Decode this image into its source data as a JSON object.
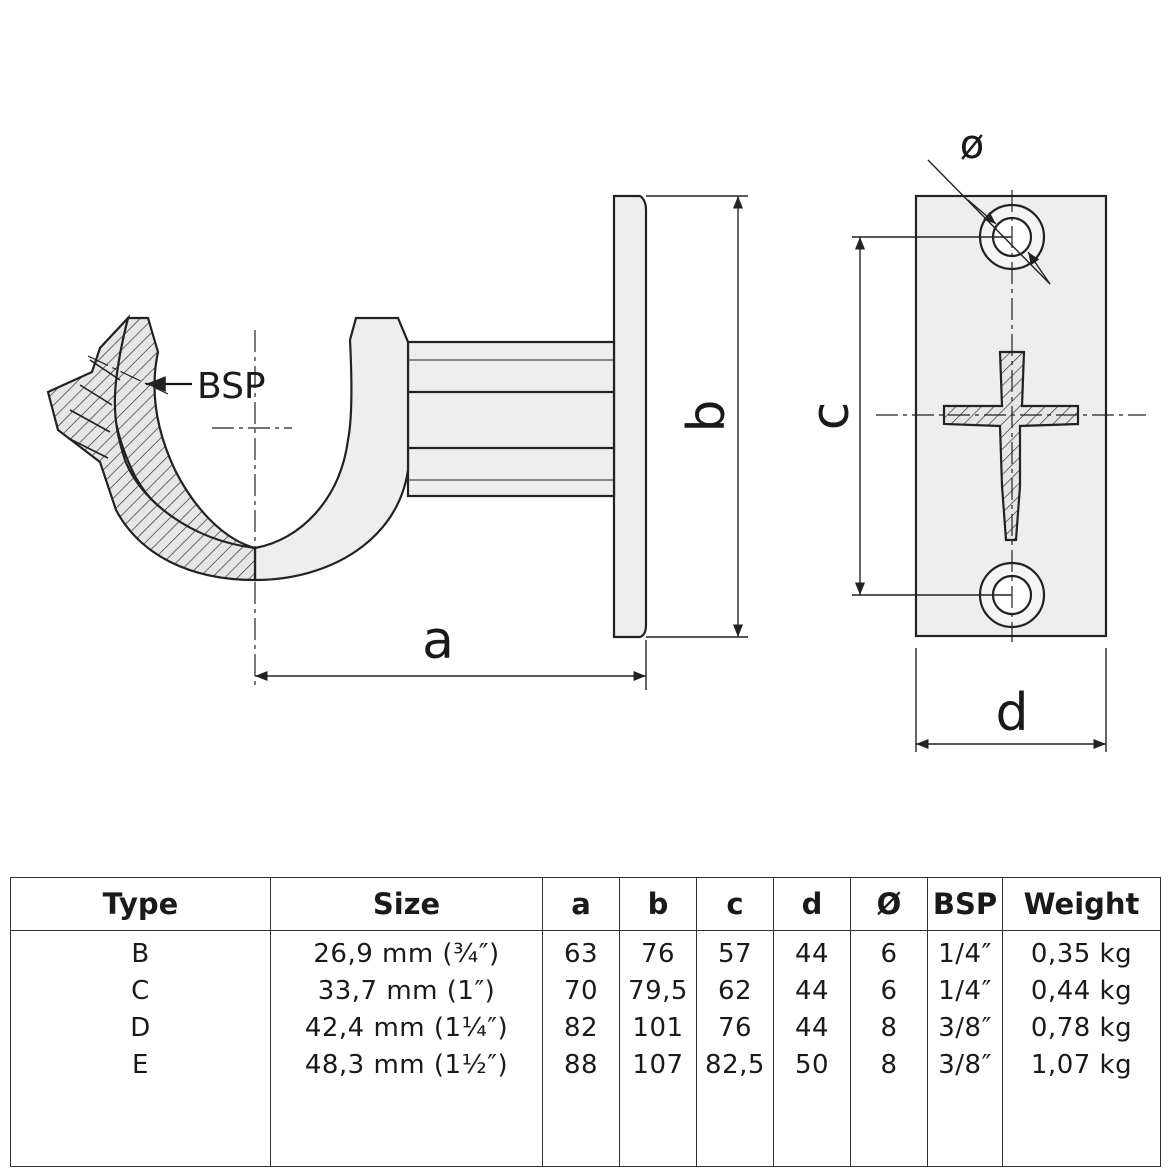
{
  "drawing": {
    "dim_a": "a",
    "dim_b": "b",
    "dim_c": "c",
    "dim_d": "d",
    "dim_hole": "ø",
    "thread_label": "BSP"
  },
  "table": {
    "headers": [
      "Type",
      "Size",
      "a",
      "b",
      "c",
      "d",
      "Ø",
      "BSP",
      "Weight"
    ],
    "rows": [
      [
        "B",
        "26,9 mm (¾″)",
        "63",
        "76",
        "57",
        "44",
        "6",
        "1/4″",
        "0,35 kg"
      ],
      [
        "C",
        "33,7 mm (1″)",
        "70",
        "79,5",
        "62",
        "44",
        "6",
        "1/4″",
        "0,44 kg"
      ],
      [
        "D",
        "42,4 mm (1¼″)",
        "82",
        "101",
        "76",
        "44",
        "8",
        "3/8″",
        "0,78 kg"
      ],
      [
        "E",
        "48,3 mm (1½″)",
        "88",
        "107",
        "82,5",
        "50",
        "8",
        "3/8″",
        "1,07 kg"
      ]
    ]
  }
}
